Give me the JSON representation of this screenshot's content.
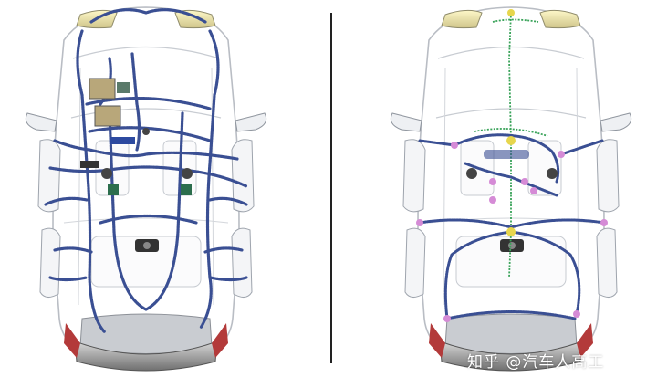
{
  "figure": {
    "panels": [
      {
        "id": "left",
        "description_style": "dense-harness"
      },
      {
        "id": "right",
        "description_style": "simplified-harness"
      }
    ],
    "colors": {
      "car_outline": "#b9bdc4",
      "harness_blue": "#3a4f93",
      "harness_light": "#8da0cf",
      "backbone_green": "#3aa35a",
      "node_pink": "#d58bd6",
      "node_yellow": "#e7d64d",
      "divider": "#222222"
    }
  },
  "watermark": {
    "text": "知乎 @汽车人高工"
  }
}
